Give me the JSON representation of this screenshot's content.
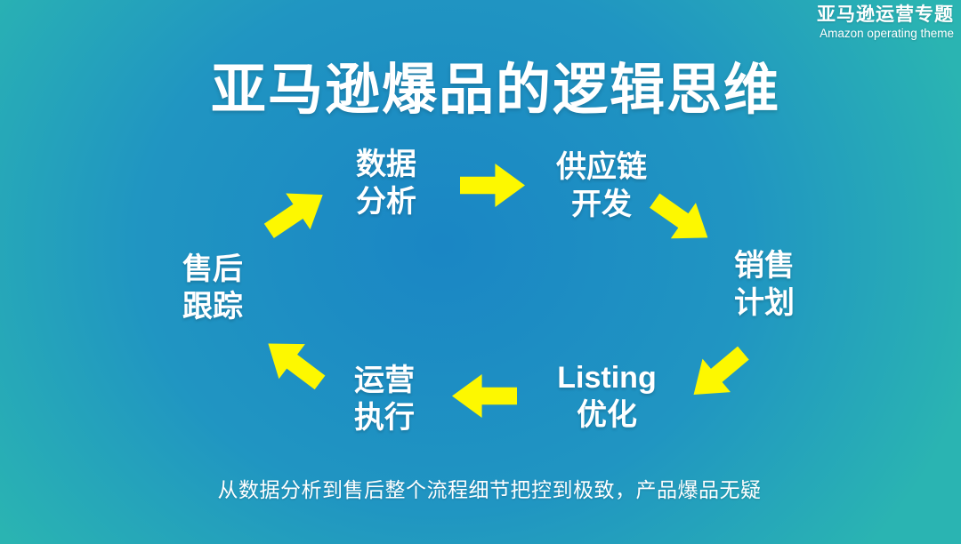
{
  "slide": {
    "colors": {
      "bg_center": "#1a86c4",
      "bg_mid": "#2095c2",
      "bg_edge": "#2ab4b2",
      "arrow": "#fdf800",
      "text": "#ffffff"
    },
    "header": {
      "brand_cn": "亚马逊运营专题",
      "brand_en": "Amazon operating theme"
    },
    "title": "亚马逊爆品的逻辑思维",
    "cycle": {
      "nodes": [
        {
          "name": "data-analysis",
          "line1": "数据",
          "line2": "分析"
        },
        {
          "name": "supply-chain-development",
          "line1": "供应链",
          "line2": "开发"
        },
        {
          "name": "sales-plan",
          "line1": "销售",
          "line2": "计划"
        },
        {
          "name": "listing-optimization",
          "line1": "Listing",
          "line2": "优化"
        },
        {
          "name": "operation-execution",
          "line1": "运营",
          "line2": "执行"
        },
        {
          "name": "after-sales-tracking",
          "line1": "售后",
          "line2": "跟踪"
        }
      ]
    },
    "caption": "从数据分析到售后整个流程细节把控到极致，产品爆品无疑"
  }
}
